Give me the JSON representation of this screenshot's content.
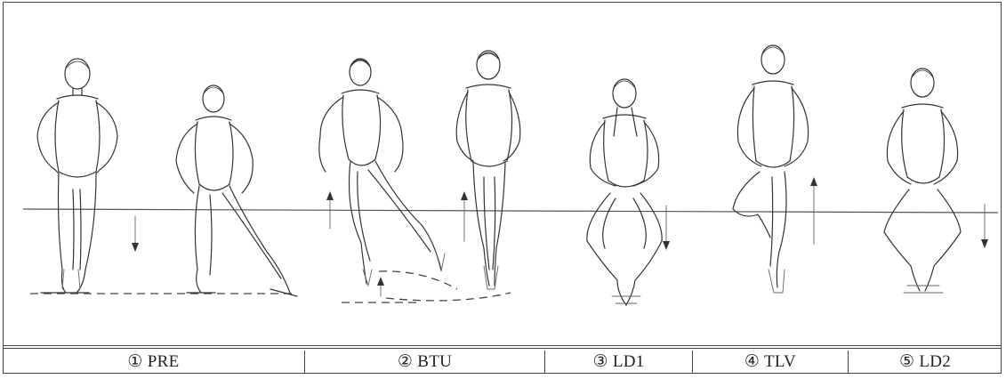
{
  "labels": [
    {
      "text": "① PRE"
    },
    {
      "text": "② BTU"
    },
    {
      "text": "③ LD1"
    },
    {
      "text": "④ TLV"
    },
    {
      "text": "⑤ LD2"
    }
  ],
  "figures": [
    {
      "id": "pre-standing",
      "pose": "standing in fifth position"
    },
    {
      "id": "pre-lunge",
      "pose": "lunge preparation"
    },
    {
      "id": "btu-arabesque",
      "pose": "on pointe, leg extended back"
    },
    {
      "id": "btu-releve",
      "pose": "on pointe, legs together"
    },
    {
      "id": "ld1-plie",
      "pose": "plié landing"
    },
    {
      "id": "tlv-passe",
      "pose": "passé turn"
    },
    {
      "id": "ld2-plie",
      "pose": "plié landing"
    }
  ]
}
